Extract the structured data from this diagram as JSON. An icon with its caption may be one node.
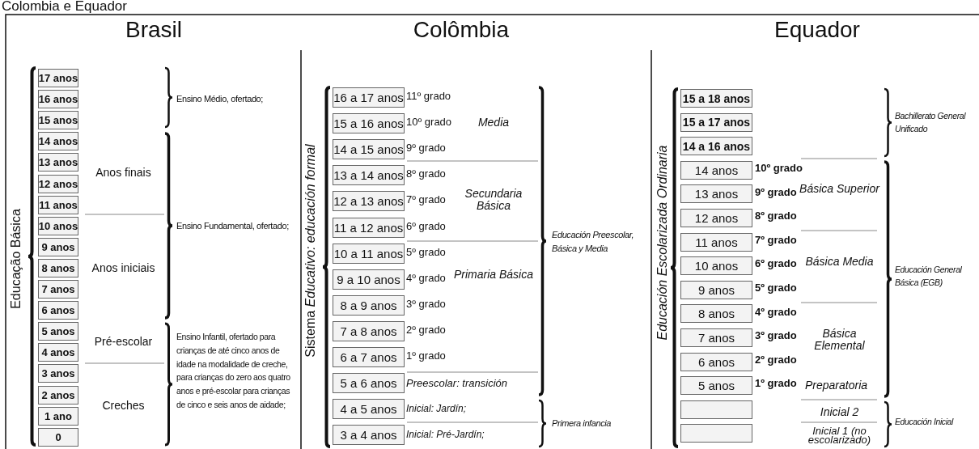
{
  "diagram": {
    "title": "Colombia e Equador",
    "nodes": [
      {
        "text": [
          "17 anos"
        ]
      },
      {
        "text": [
          "16 anos"
        ]
      },
      {
        "text": [
          "15 anos"
        ]
      },
      {
        "text": [
          "14 anos"
        ]
      },
      {
        "text": [
          "13 anos"
        ]
      },
      {
        "text": [
          "12 anos"
        ]
      },
      {
        "text": [
          "11 anos"
        ]
      },
      {
        "text": [
          "10 anos"
        ]
      },
      {
        "text": [
          "9 anos"
        ]
      },
      {
        "text": [
          "8 anos"
        ]
      },
      {
        "text": [
          "7 anos"
        ]
      },
      {
        "text": [
          "6 anos"
        ]
      },
      {
        "text": [
          "5 anos"
        ]
      },
      {
        "text": [
          "4 anos"
        ]
      },
      {
        "text": [
          "3 anos"
        ]
      },
      {
        "text": [
          "2 anos"
        ]
      },
      {
        "text": [
          "1 ano"
        ]
      },
      {
        "text": [
          "0"
        ]
      },
      {
        "text": [
          "16 a 17 anos"
        ]
      },
      {
        "text": [
          "15 a 16 anos"
        ]
      },
      {
        "text": [
          "14 a 15 anos"
        ]
      },
      {
        "text": [
          "13 a 14 anos"
        ]
      },
      {
        "text": [
          "12 a 13 anos"
        ]
      },
      {
        "text": [
          "11 a 12 anos"
        ]
      },
      {
        "text": [
          "10 a 11 anos"
        ]
      },
      {
        "text": [
          "9 a 10 anos"
        ]
      },
      {
        "text": [
          "8 a 9 anos"
        ]
      },
      {
        "text": [
          "7 a 8 anos"
        ]
      },
      {
        "text": [
          "6 a 7 anos"
        ]
      },
      {
        "text": [
          "5 a 6 anos"
        ]
      },
      {
        "text": [
          "4 a 5 anos"
        ]
      },
      {
        "text": [
          "3 a 4 anos"
        ]
      },
      {
        "text": [
          "15 a 18 anos"
        ]
      },
      {
        "text": [
          "15 a 17 anos"
        ]
      },
      {
        "text": [
          "14 a 16 anos"
        ]
      },
      {
        "text": [
          "14 anos"
        ]
      },
      {
        "text": [
          "13 anos"
        ]
      },
      {
        "text": [
          "12 anos"
        ]
      },
      {
        "text": [
          "11 anos"
        ]
      },
      {
        "text": [
          "10 anos"
        ]
      },
      {
        "text": [
          "9 anos"
        ]
      },
      {
        "text": [
          "8 anos"
        ]
      },
      {
        "text": [
          "7 anos"
        ]
      },
      {
        "text": [
          "6 anos"
        ]
      },
      {
        "text": [
          "5 anos"
        ]
      },
      {
        "text": [],
        "shape": "box"
      },
      {
        "text": [],
        "shape": "box"
      }
    ],
    "edges": [],
    "labels": [
      "Brasil",
      "Educação Básica",
      "Anos finais",
      "Anos iniciais",
      "Pré-escolar",
      "Creches",
      "Ensino Médio, ofertado;",
      "Ensino Fundamental, ofertado;",
      "Ensino Infantil, ofertado para crianças de até cinco anos de idade na modalidade de creche, para crianças do zero aos quatro anos e pré-escolar para crianças de cinco e seis anos de aidade;",
      "Colômbia",
      "Sistema *Educativo: educación formal*",
      "11º grado",
      "10º grado",
      "9º grado",
      "8º grado",
      "7º grado",
      "6º grado",
      "5º grado",
      "4º grado",
      "3º grado",
      "2º grado",
      "1º grado",
      "Preescolar: transición",
      "Inicial: Jardín;",
      "Inicial: Pré-Jardín;",
      "Media",
      "Secundaria Básica",
      "Primaria Básica",
      "Educación Preescolar, Básica y Media",
      "Primera infancia",
      "Equador",
      "Educación Escolarizada Ordinaria",
      "10º grado",
      "9º grado",
      "8º grado",
      "7º grado",
      "6º grado",
      "5º grado",
      "4º grado",
      "3º grado",
      "2º grado",
      "1º grado",
      "Básica Superior",
      "Básica Media",
      "Básica Elemental",
      "Preparatoria",
      "Inicial 2",
      "Inicial 1 (no escolarizado)",
      "Bachillerato General Unificado",
      "Educación General Básica (EGB)",
      "Educación Inicial"
    ]
  }
}
